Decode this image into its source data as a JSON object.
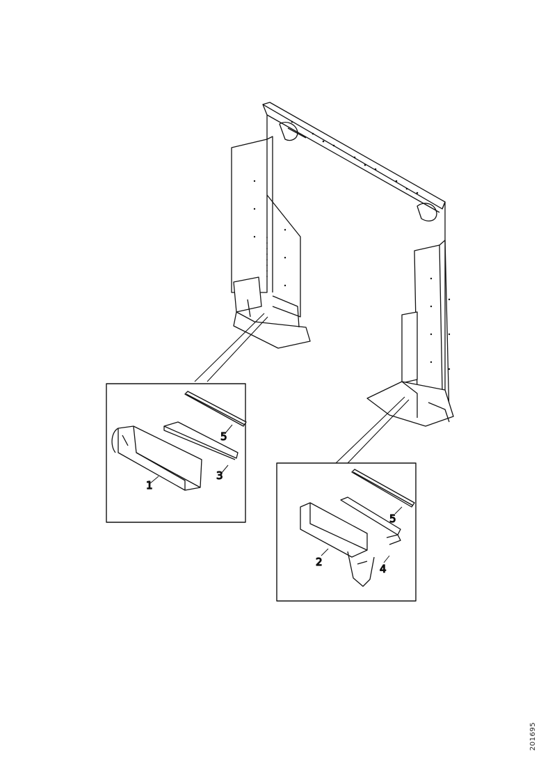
{
  "callouts": {
    "left_inset": {
      "part_1": "1",
      "part_3": "3",
      "part_5": "5"
    },
    "right_inset": {
      "part_2": "2",
      "part_4": "4",
      "part_5": "5"
    }
  },
  "figure_reference": "201695"
}
